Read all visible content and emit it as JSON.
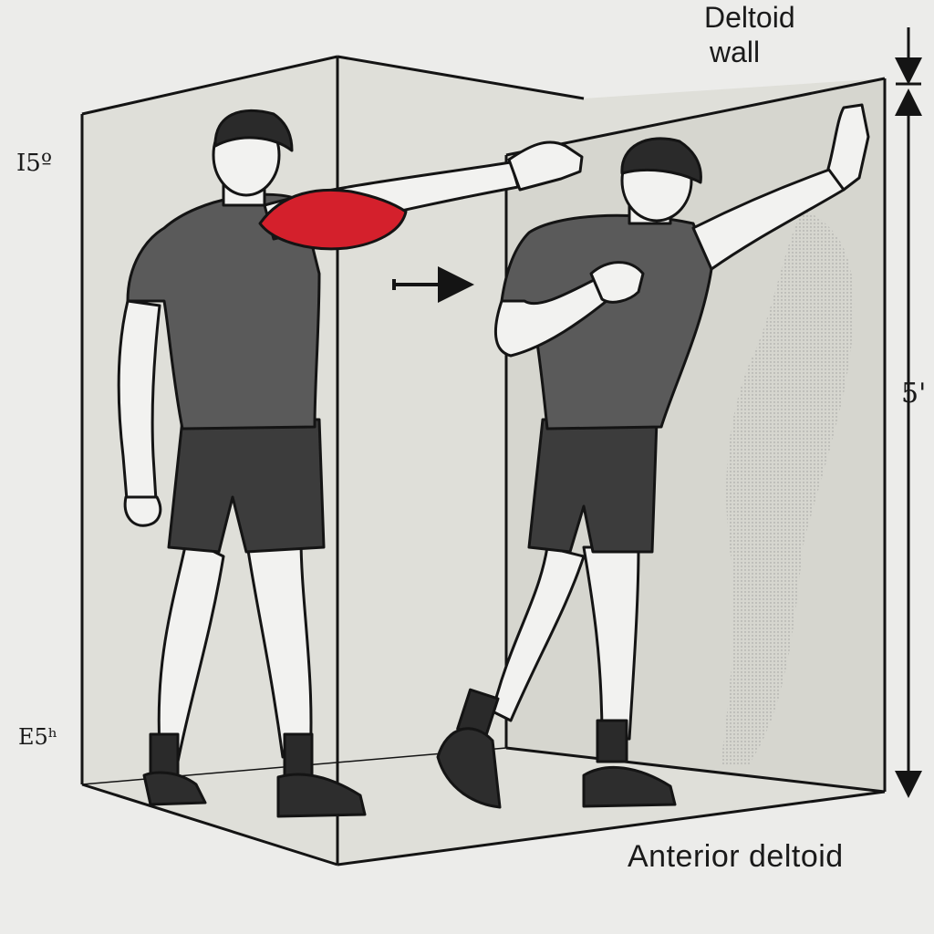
{
  "labels": {
    "wall_line1": "Deltoid",
    "wall_line2": "wall",
    "left_top_mark": "I5º",
    "left_bottom_mark": "E5ʰ",
    "right_mark": "5'",
    "caption": "Anterior deltoid"
  },
  "colors": {
    "background": "#ececea",
    "wall_fill": "#dcdcd6",
    "shirt": "#5a5a5a",
    "shorts": "#3c3c3c",
    "skin": "#f2f2f0",
    "muscle_highlight": "#d4202c",
    "outline": "#141414"
  },
  "icons": [
    "right-arrow-icon",
    "dimension-arrow-icon"
  ]
}
